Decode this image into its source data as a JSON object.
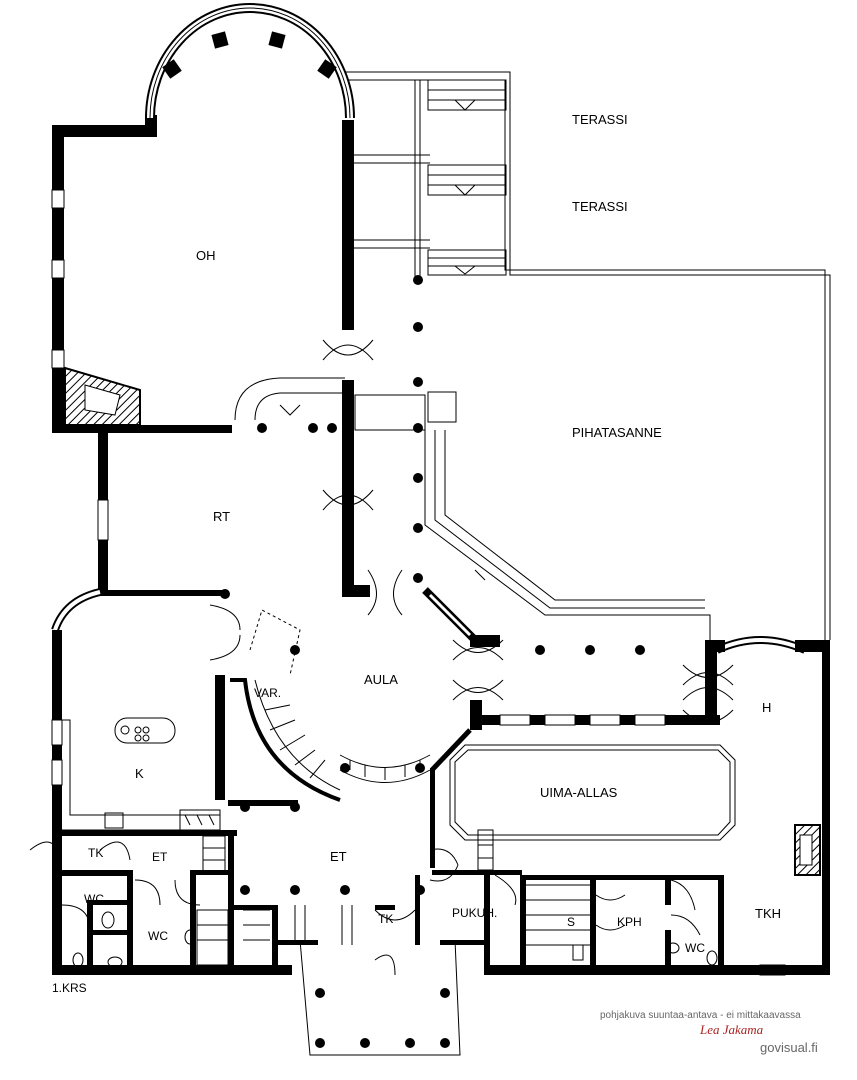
{
  "floor_label": "1.KRS",
  "rooms": {
    "terassi_1": "TERASSI",
    "terassi_2": "TERASSI",
    "oh": "OH",
    "pihatasanne": "PIHATASANNE",
    "rt": "RT",
    "aula": "AULA",
    "var": "VAR.",
    "h": "H",
    "k": "K",
    "uima_allas": "UIMA-ALLAS",
    "tk_1": "TK",
    "et_1": "ET",
    "et_2": "ET",
    "wc_1": "WC",
    "wc_2": "WC",
    "tk_2": "TK",
    "pukuh": "PUKUH.",
    "s": "S",
    "kph": "KPH",
    "wc_3": "WC",
    "tkh": "TKH"
  },
  "footer": {
    "disclaimer": "pohjakuva suuntaa-antava - ei mittakaavassa",
    "brand": "Lea Jakama",
    "site": "govisual.fi"
  },
  "colors": {
    "wall": "#000000",
    "hatch": "#000000",
    "brand": "#aa2222"
  }
}
